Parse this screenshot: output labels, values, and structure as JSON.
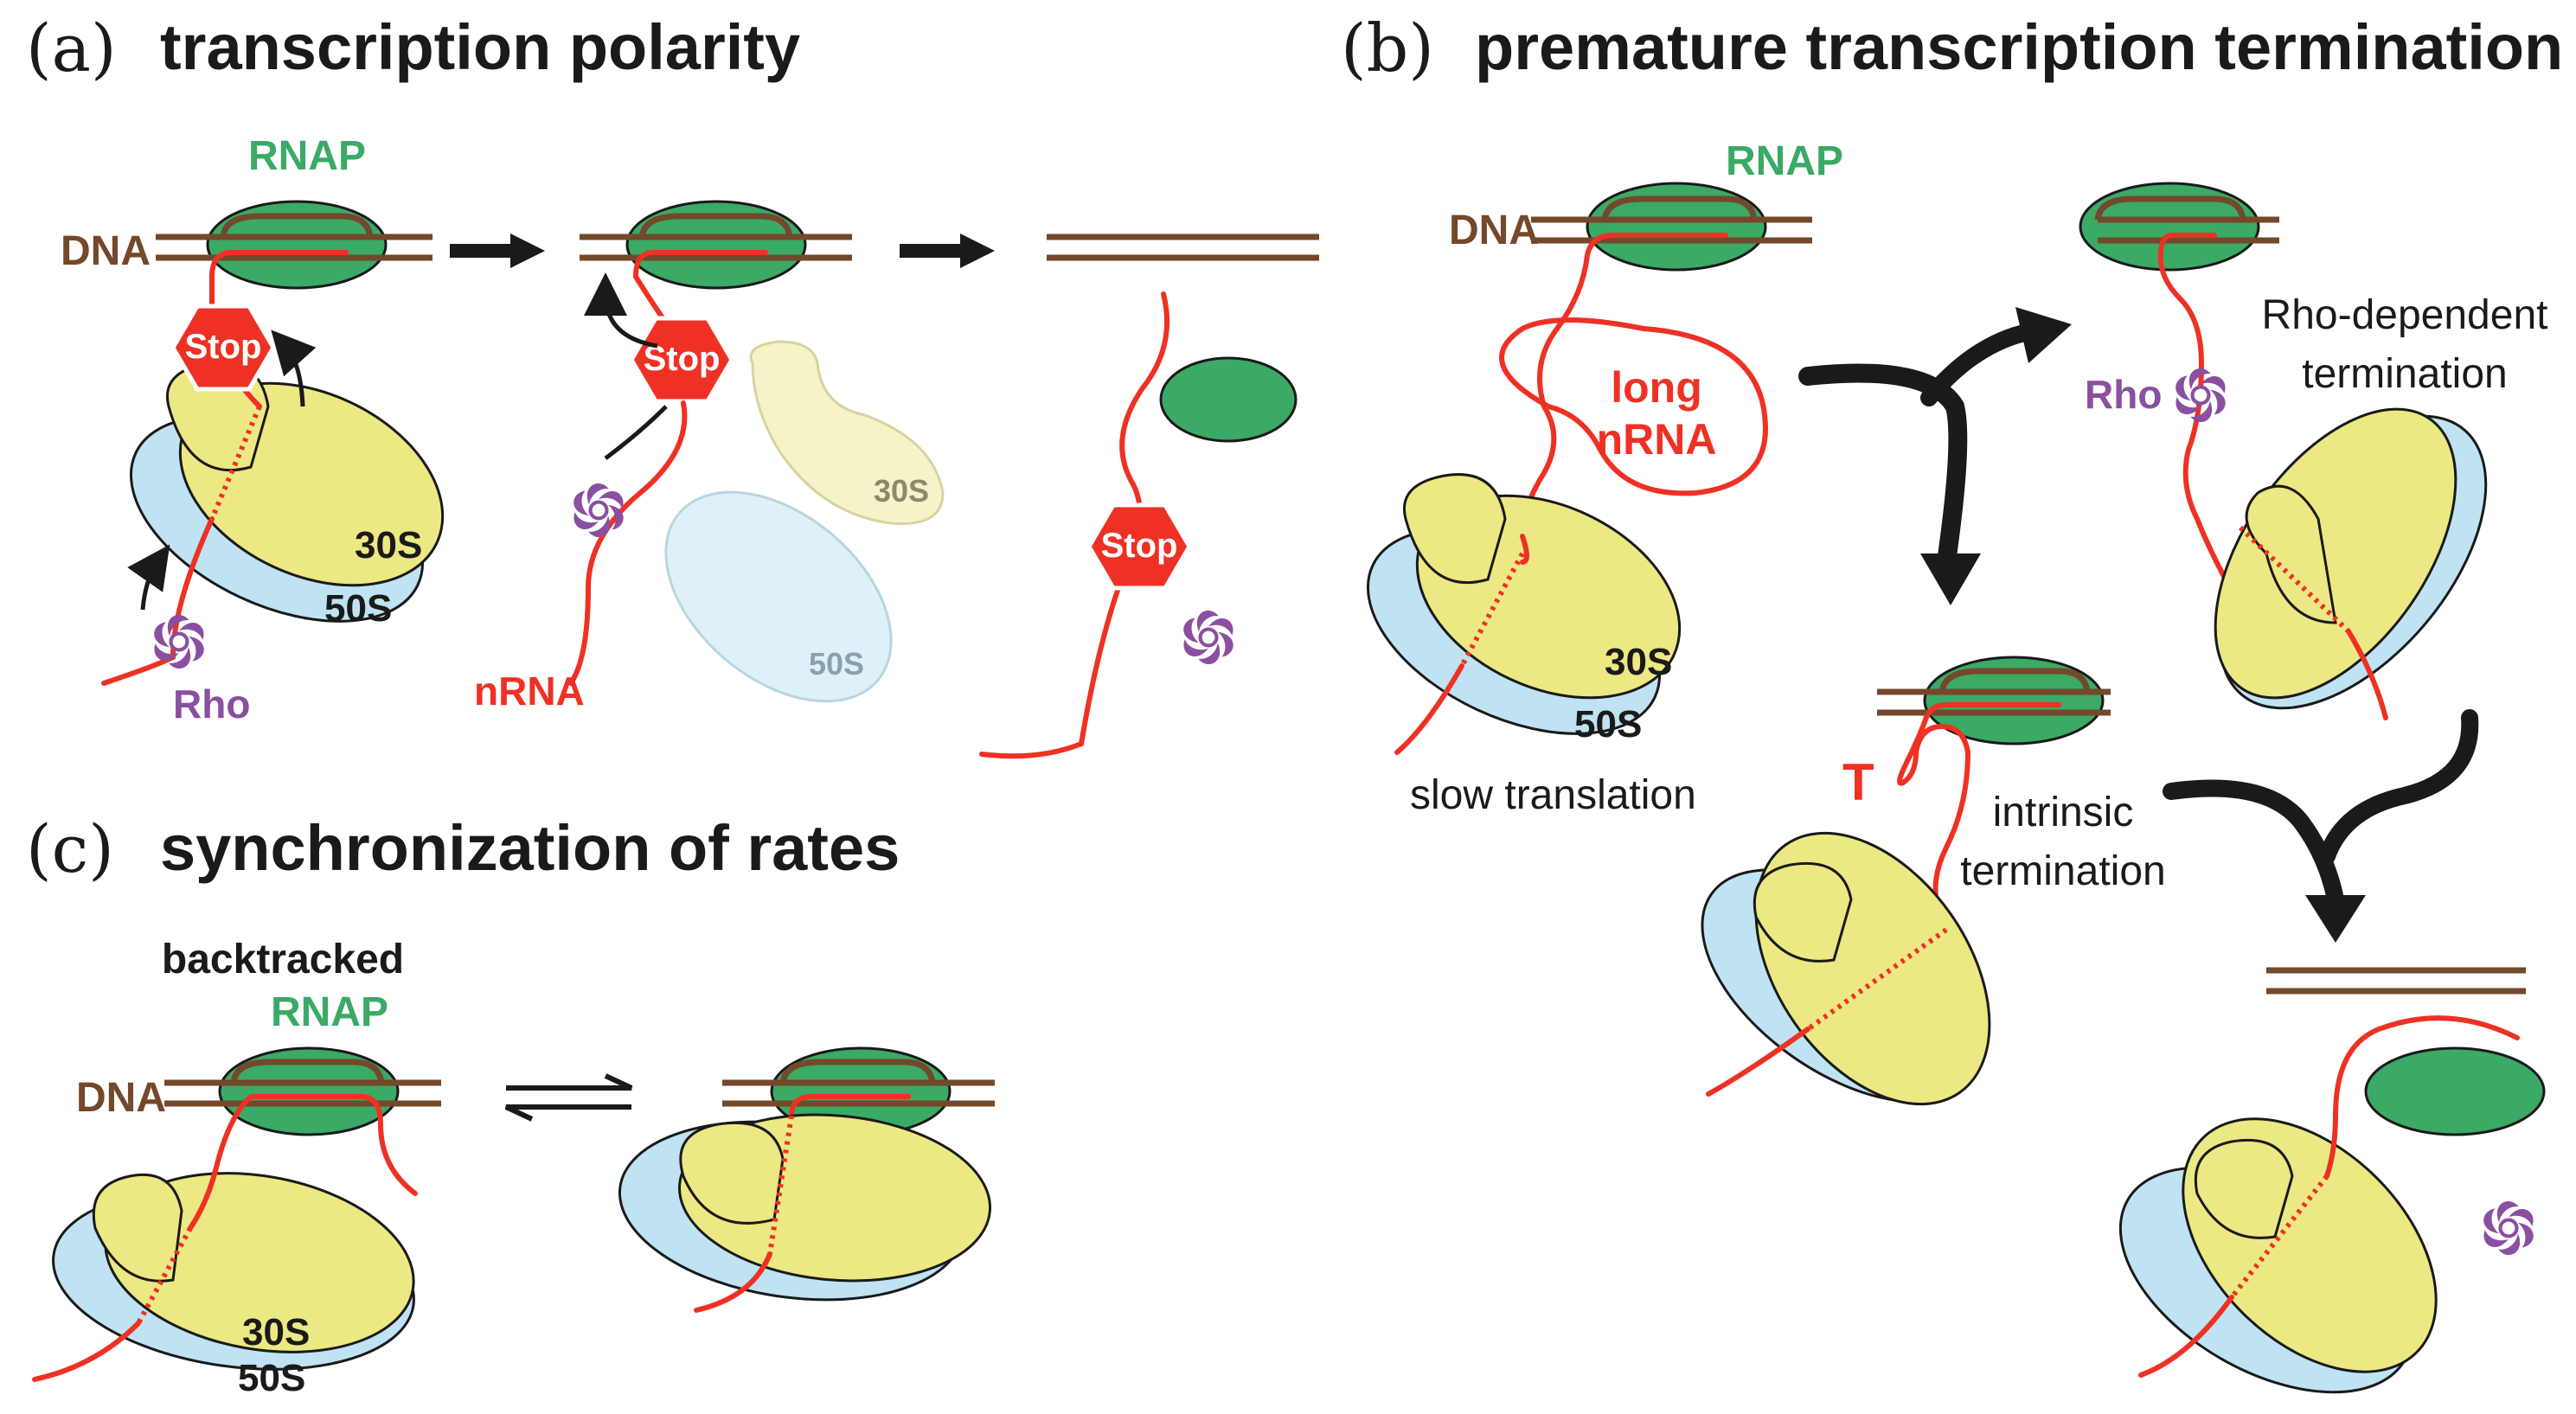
{
  "panels": {
    "a": {
      "letter": "(a)",
      "title": "transcription polarity"
    },
    "b": {
      "letter": "(b)",
      "title": "premature transcription termination"
    },
    "c": {
      "letter": "(c)",
      "title": "synchronization of rates"
    }
  },
  "labels": {
    "rnap": "RNAP",
    "dna": "DNA",
    "stop": "Stop",
    "s30": "30S",
    "s50": "50S",
    "rho": "Rho",
    "nrna": "nRNA",
    "long": "long",
    "long_nrna": "nRNA",
    "slow_translation": "slow translation",
    "rho_dependent_1": "Rho-dependent",
    "rho_dependent_2": "termination",
    "intrinsic_1": "intrinsic",
    "intrinsic_2": "termination",
    "terminator": "T",
    "backtracked": "backtracked"
  },
  "colors": {
    "rnap": "#3aaa66",
    "dna": "#74482a",
    "rna": "#ee3124",
    "ribosome_30s": "#ece883",
    "ribosome_50s": "#bfe3f2",
    "rho": "#8a4fa0",
    "stop_sign": "#ee3124"
  },
  "icons": [
    "rho-hexamer-icon",
    "stop-sign-icon",
    "reaction-arrow-icon",
    "equilibrium-arrows-icon"
  ]
}
